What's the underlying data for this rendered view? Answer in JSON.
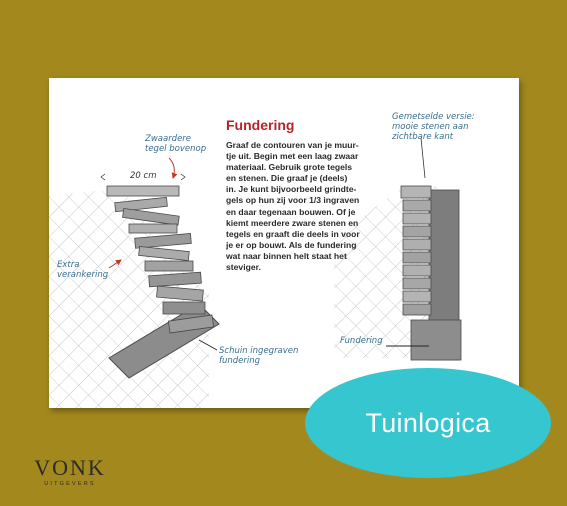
{
  "spread": {
    "heading": "Fundering",
    "body_lines": [
      "Graaf de contouren van je muur-",
      "tje uit. Begin met een laag zwaar",
      "materiaal. Gebruik grote tegels",
      "en stenen. Die graaf je (deels)",
      "in. Je kunt bijvoorbeeld grindte-",
      "gels op hun zij voor 1/3 ingraven",
      "en daar tegenaan bouwen. Of je",
      "kiemt meerdere zware stenen en",
      "tegels en graaft die deels in voor",
      "je er op bouwt. Als de fundering",
      "wat naar binnen helt staat het",
      "steviger."
    ],
    "annotations": {
      "heavy_tile_line1": "Zwaardere",
      "heavy_tile_line2": "tegel bovenop",
      "width": "20 cm",
      "extra_line1": "Extra",
      "extra_line2": "verankering",
      "slanted_line1": "Schuin ingegraven",
      "slanted_line2": "fundering",
      "masonry_line1": "Gemetselde versie:",
      "masonry_line2": "mooie stenen aan",
      "masonry_line3": "zichtbare kant",
      "foundation": "Fundering"
    }
  },
  "badge": {
    "label": "Tuinlogica",
    "color": "#35c6cf"
  },
  "publisher": {
    "name": "VONK",
    "tagline": "UITGEVERS"
  },
  "colors": {
    "background": "#a3891d",
    "heading": "#b5242a",
    "annotation": "#3a6f8f",
    "arrow": "#c0392b"
  }
}
